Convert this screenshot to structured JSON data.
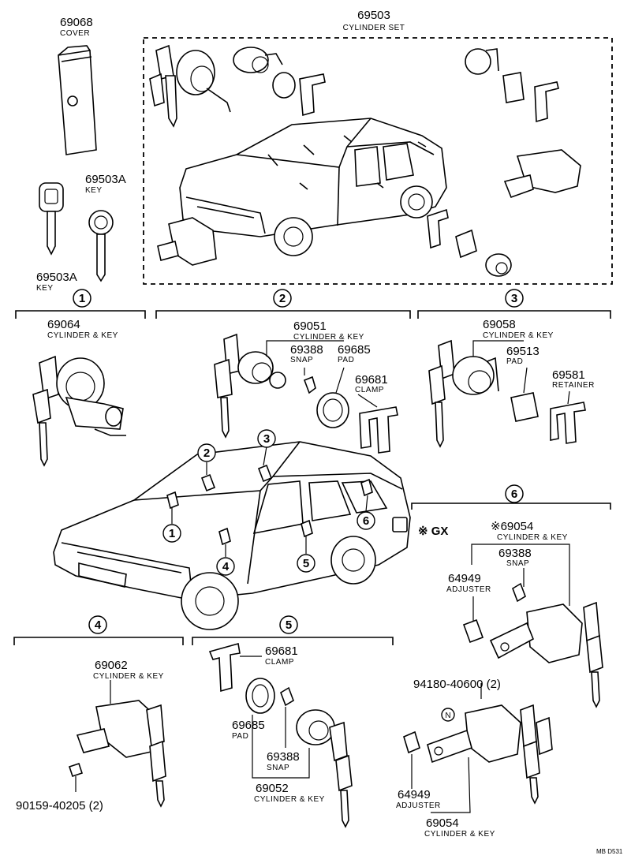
{
  "parts": {
    "p69068": {
      "number": "69068",
      "name": "COVER"
    },
    "p69503": {
      "number": "69503",
      "name": "CYLINDER SET"
    },
    "p69503A_top": {
      "number": "69503A",
      "name": "KEY"
    },
    "p69503A_bottom": {
      "number": "69503A",
      "name": "KEY"
    },
    "p69064": {
      "number": "69064",
      "name": "CYLINDER & KEY"
    },
    "p69051": {
      "number": "69051",
      "name": "CYLINDER & KEY"
    },
    "p69388_s2": {
      "number": "69388",
      "name": "SNAP"
    },
    "p69685_s2": {
      "number": "69685",
      "name": "PAD"
    },
    "p69681_s2": {
      "number": "69681",
      "name": "CLAMP"
    },
    "p69058": {
      "number": "69058",
      "name": "CYLINDER & KEY"
    },
    "p69513": {
      "number": "69513",
      "name": "PAD"
    },
    "p69581": {
      "number": "69581",
      "name": "RETAINER"
    },
    "p69054_gx": {
      "number": "※69054",
      "name": "CYLINDER & KEY"
    },
    "p69388_s6": {
      "number": "69388",
      "name": "SNAP"
    },
    "p64949_s6": {
      "number": "64949",
      "name": "ADJUSTER"
    },
    "p69062": {
      "number": "69062",
      "name": "CYLINDER & KEY"
    },
    "p90159": {
      "number": "90159-40205 (2)"
    },
    "p69681_s5": {
      "number": "69681",
      "name": "CLAMP"
    },
    "p69685_s5": {
      "number": "69685",
      "name": "PAD"
    },
    "p69388_s5": {
      "number": "69388",
      "name": "SNAP"
    },
    "p69052": {
      "number": "69052",
      "name": "CYLINDER & KEY"
    },
    "p94180": {
      "number": "94180-40600 (2)"
    },
    "p64949_low": {
      "number": "64949",
      "name": "ADJUSTER"
    },
    "p69054_low": {
      "number": "69054",
      "name": "CYLINDER & KEY"
    }
  },
  "sections": [
    "1",
    "2",
    "3",
    "4",
    "5",
    "6"
  ],
  "gx_note": "※ GX",
  "marker_n": "N",
  "footer_code": "MB D531"
}
